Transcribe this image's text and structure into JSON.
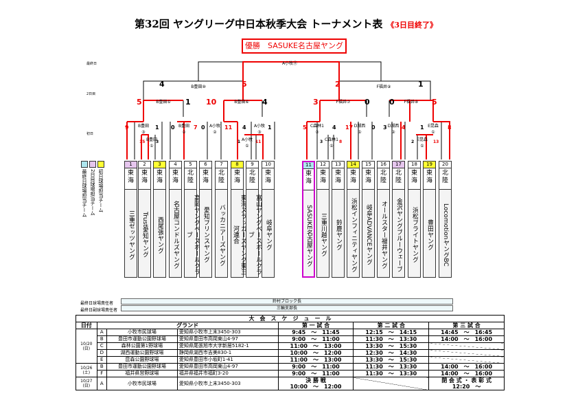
{
  "title": {
    "main": "第32回 ヤングリーグ中日本秋季大会 トーナメント表",
    "status": "《3日目終了》"
  },
  "champion": "優勝　SASUKE名古屋ヤング",
  "day_labels": {
    "final": "最終日",
    "day2": "2日目",
    "day1": "初日"
  },
  "matches": {
    "final": "A小牧⑪",
    "sf_left": "B豊田⑩",
    "sf_right": "F福井⑨",
    "qf1": "B豊田⑤",
    "qf2": "B豊田⑥",
    "qf3": "F福井⑦",
    "qf4": "F福井⑧",
    "r1_1": "B豊田",
    "r1_1n": "③",
    "r1_1b": "B豊田",
    "r1_1bn": "①",
    "r1_2": "B豊田",
    "r1_2n": "②",
    "r1_3": "A小牧",
    "r1_3n": "②",
    "r1_4": "A小牧",
    "r1_4n": "③",
    "r1_4b": "A小牧",
    "r1_4bn": "①",
    "r1_5": "C森林1",
    "r1_5n": "②",
    "r1_5b": "C森林1",
    "r1_5bn": "①",
    "r1_6": "D湖西",
    "r1_6n": "①",
    "r1_7": "D湖西",
    "r1_7n": "②",
    "r1_8": "E昆森",
    "r1_8n": "①",
    "r1_8b": "E昆森",
    "r1_8bn": "①"
  },
  "scores": {
    "final_l": "4",
    "final_r": "5",
    "final_l2": "2",
    "final_r2": "1",
    "qf1_l": "5",
    "qf1_r": "1",
    "qf2_l": "10",
    "qf2_r": "4",
    "qf3_l": "3",
    "qf3_r": "0",
    "qf4_l": "0",
    "qf4_r": "5",
    "r1": [
      "9",
      "1",
      "0",
      "7",
      "0",
      "11",
      "4",
      "1",
      "5",
      "4",
      "17",
      "0",
      "3",
      "4",
      "1",
      "8"
    ],
    "r1b": [
      "15",
      "3",
      "1",
      "11",
      "3",
      "8",
      "2",
      "13"
    ]
  },
  "teams": [
    {
      "no": "1",
      "area": "東海",
      "name": "三重ゼッツヤング",
      "color": "#e6c6ee"
    },
    {
      "no": "2",
      "area": "東海",
      "name": "Trust愛知ヤング",
      "color": "#ffffff"
    },
    {
      "no": "3",
      "area": "東海",
      "name": "西尾張ヤング",
      "color": "#ffff33"
    },
    {
      "no": "4",
      "area": "東海",
      "name": "名古屋コンドルズヤング",
      "color": "#ffffff"
    },
    {
      "no": "5",
      "area": "北陸",
      "name": "高岡ヤングベースボールクラブ",
      "color": "#ffffff"
    },
    {
      "no": "6",
      "area": "東海",
      "name": "愛知プリンスヤング",
      "color": "#ffffff"
    },
    {
      "no": "7",
      "area": "北陸",
      "name": "バッカニアーズヤング",
      "color": "#ffffff"
    },
    {
      "no": "8",
      "area": "東海",
      "name": "東海スラッガーズヤング東三河連合",
      "color": "#ffff33"
    },
    {
      "no": "9",
      "area": "北陸",
      "name": "富山ヤングベースボールクラブ",
      "color": "#ffffff"
    },
    {
      "no": "10",
      "area": "東海",
      "name": "岐阜ヤング",
      "color": "#ffffff"
    },
    {
      "no": "11",
      "area": "東海",
      "name": "SASUKE名古屋ヤング",
      "color": "#aee6ee"
    },
    {
      "no": "12",
      "area": "東海",
      "name": "三重川越ヤング",
      "color": "#ffffff"
    },
    {
      "no": "13",
      "area": "東海",
      "name": "鈴鹿ヤング",
      "color": "#ffffff"
    },
    {
      "no": "14",
      "area": "東海",
      "name": "浜松インフィニティヤング",
      "color": "#ffff33"
    },
    {
      "no": "15",
      "area": "東海",
      "name": "岐阜ADVANCEヤング",
      "color": "#ffffff"
    },
    {
      "no": "16",
      "area": "北陸",
      "name": "オールスター福井ヤング",
      "color": "#ffffff"
    },
    {
      "no": "17",
      "area": "北陸",
      "name": "金沢ヤングブルーウェーブ",
      "color": "#e6c6ee"
    },
    {
      "no": "18",
      "area": "東海",
      "name": "浜松ブライトヤング",
      "color": "#ffffff"
    },
    {
      "no": "19",
      "area": "東海",
      "name": "豊田ヤング",
      "color": "#ffff33"
    },
    {
      "no": "20",
      "area": "北陸",
      "name": "LocomotionヤングBC",
      "color": "#ffffff"
    }
  ],
  "legend": [
    "最終日球場担当チーム",
    "2日目球場担当チーム",
    "初日球場担当チーム"
  ],
  "legend_colors": [
    "#aee6ee",
    "#e6c6ee",
    "#ffff33"
  ],
  "rows": {
    "final_resp_label": "最終日球場責任者",
    "final_resp": "鈴村ブロック長",
    "final_sub_label": "最終日副球場責任者",
    "final_sub": "三輪支部長"
  },
  "schedule": {
    "heading": "大　会　ス　ケ　ジ　ュ　ー　ル",
    "headers": [
      "日付",
      "グランド",
      "第 一 試 合",
      "第 二 試 合",
      "第 三 試 合"
    ],
    "day1": "10/20\n(日)",
    "day2": "10/26\n(土)",
    "day3": "10/27\n(日)",
    "rows": [
      {
        "code": "A",
        "ground": "小牧市民球場",
        "addr": "愛知県小牧市上末3450-303",
        "g1": "9:45　～　11:45",
        "g2": "12:15　～　14:15",
        "g3": "14:45　～　16:45"
      },
      {
        "code": "B",
        "ground": "豊田市運動公園野球場",
        "addr": "愛知県豊田市高岡東山4-97",
        "g1": "9:00　～　11:00",
        "g2": "11:30　～　13:30",
        "g3": "14:00　～　16:00"
      },
      {
        "code": "C",
        "ground": "森林公園第1野球場",
        "addr": "愛知県尾張旭市大字新居5182-1",
        "g1": "11:00　～　13:00",
        "g2": "13:30　～　15:30",
        "g3": ""
      },
      {
        "code": "D",
        "ground": "湖西運動公園野球場",
        "addr": "静岡県湖西市吉美830-1",
        "g1": "10:00　～　12:00",
        "g2": "12:30　～　14:30",
        "g3": ""
      },
      {
        "code": "E",
        "ground": "昆森公園野球場",
        "addr": "愛知県豊田市小坂町1-41",
        "g1": "11:00　～　13:00",
        "g2": "13:30　～　15:30",
        "g3": ""
      },
      {
        "code": "B",
        "ground": "豊田市運動公園野球場",
        "addr": "愛知県豊田市高岡東山4-97",
        "g1": "9:00　～　11:00",
        "g2": "11:30　～　13:30",
        "g3": "14:00　～　16:00"
      },
      {
        "code": "F",
        "ground": "福井県営野球場",
        "addr": "福井県福井市福町3-20",
        "g1": "9:00　～　11:00",
        "g2": "11:30　～　13:30",
        "g3": "14:00　～　16:00"
      },
      {
        "code": "A",
        "ground": "小牧市民球場",
        "addr": "愛知県小牧市上末3450-303",
        "g1": "決 勝 戦",
        "g1b": "10:00　～　12:00",
        "g2": "",
        "g3": "閉 会 式 ・ 表 彰 式",
        "g3b": "12:20　～"
      }
    ]
  }
}
